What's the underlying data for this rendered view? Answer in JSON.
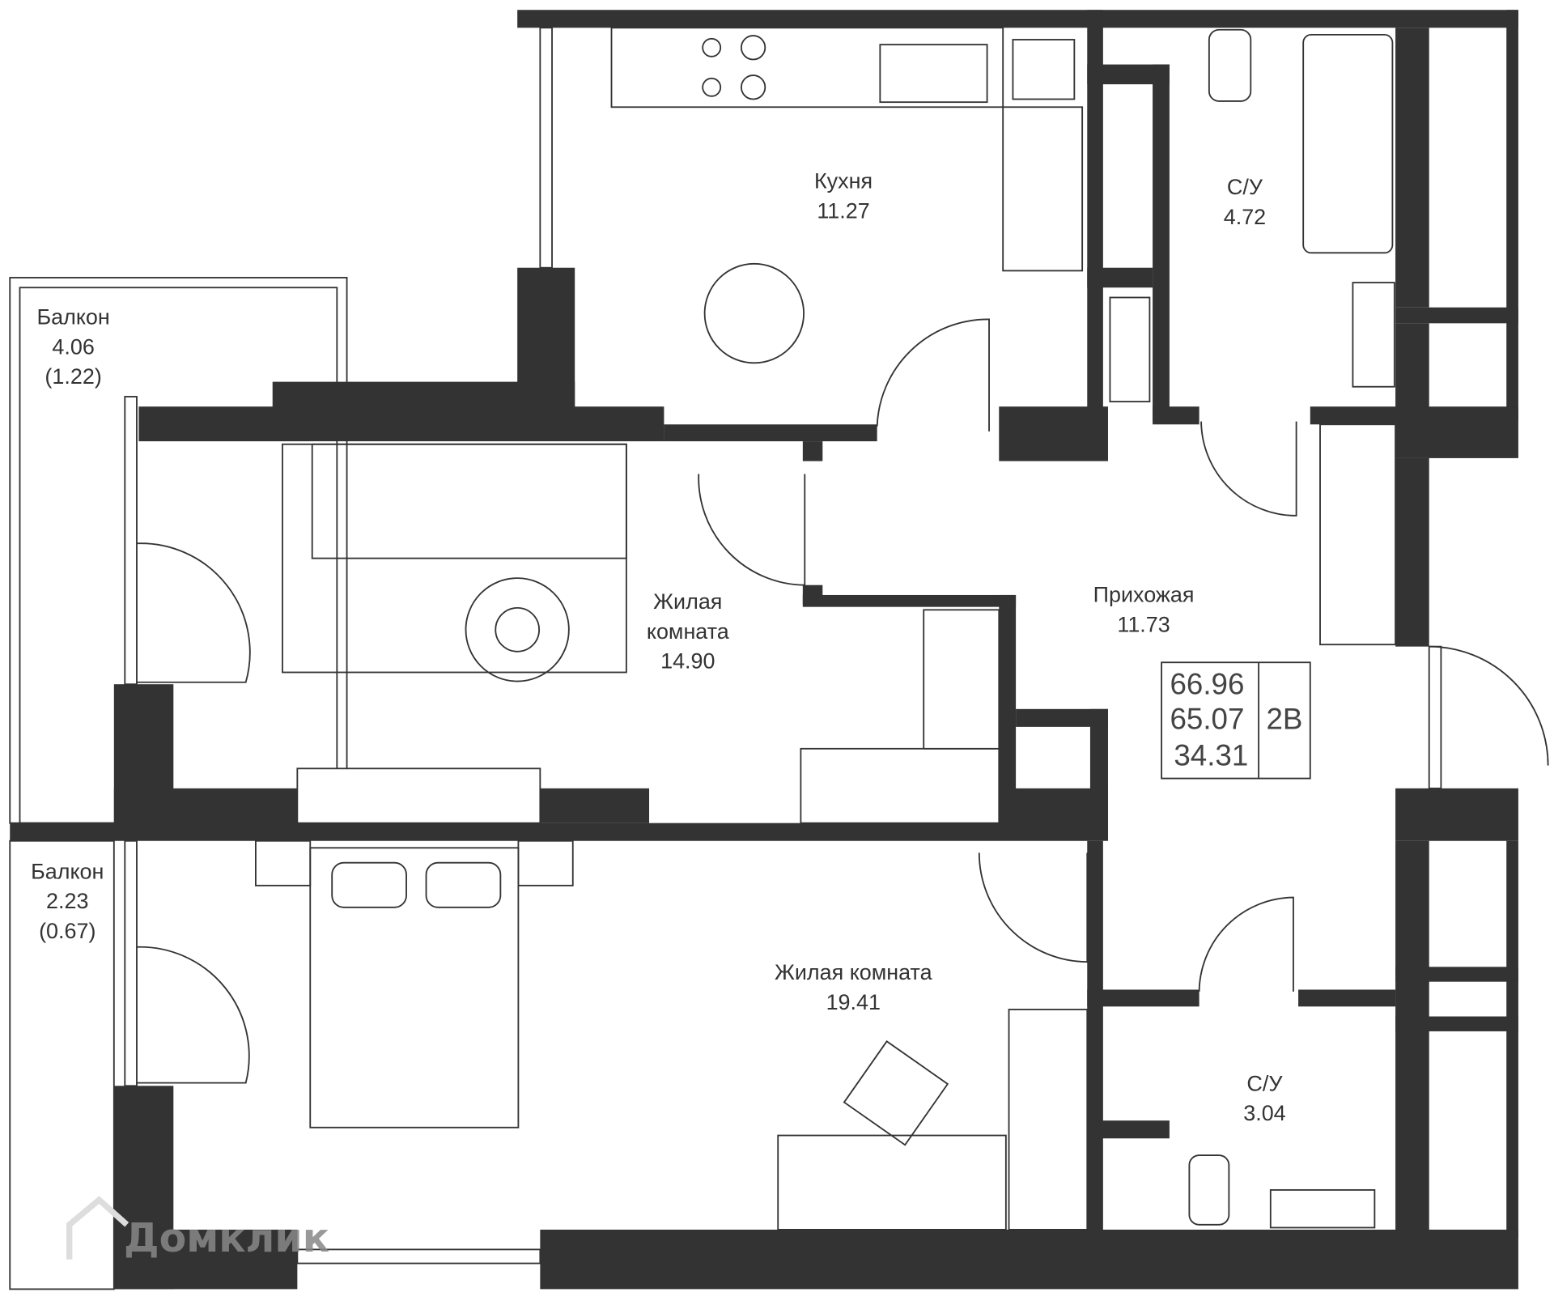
{
  "rooms": [
    {
      "name": "Кухня",
      "area": "11.27"
    },
    {
      "name": "С/У",
      "area": "4.72"
    },
    {
      "name": "Балкон",
      "area": "4.06",
      "reduced": "(1.22)"
    },
    {
      "name": "Жилая",
      "name2": "комната",
      "area": "14.90"
    },
    {
      "name": "Прихожая",
      "area": "11.73"
    },
    {
      "name": "Балкон",
      "area": "2.23",
      "reduced": "(0.67)"
    },
    {
      "name": "Жилая комната",
      "area": "19.41"
    },
    {
      "name": "С/У",
      "area": "3.04"
    }
  ],
  "summary": {
    "total_area": "66.96",
    "area_2": "65.07",
    "living_area": "34.31",
    "type": "2В"
  },
  "watermark": "Домклик",
  "colors": {
    "wall": "#333333",
    "background": "#ffffff"
  }
}
